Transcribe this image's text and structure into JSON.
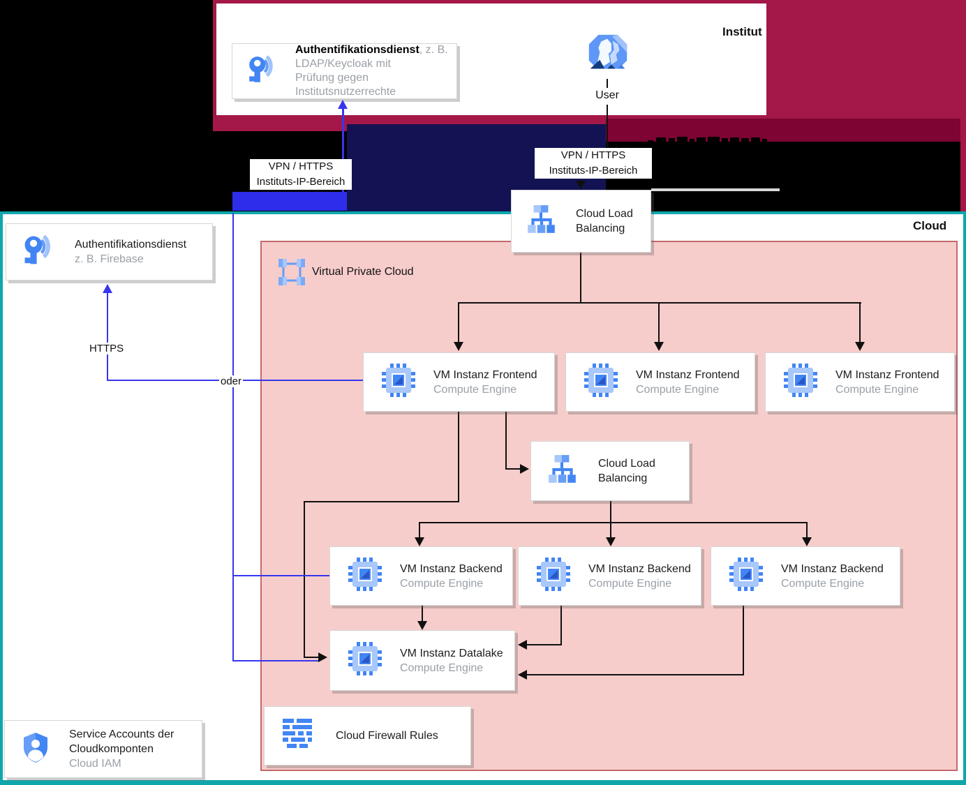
{
  "regions": {
    "institut": "Institut",
    "cloud": "Cloud",
    "vpc": "Virtual Private Cloud"
  },
  "edges": {
    "vpn_left": {
      "l1": "VPN / HTTPS",
      "l2": "Instituts-IP-Bereich"
    },
    "vpn_right": {
      "l1": "VPN / HTTPS",
      "l2": "Instituts-IP-Bereich"
    },
    "https": "HTTPS",
    "oder": "oder"
  },
  "nodes": {
    "institut_auth": {
      "title": "Authentifikationsdienst",
      "suffix": ", z. B.",
      "lines": [
        "LDAP/Keycloak mit",
        "Prüfung gegen",
        "Institutsnutzerrechte"
      ]
    },
    "user": {
      "label": "User"
    },
    "clb_top": {
      "title": "Cloud Load Balancing"
    },
    "clb_mid": {
      "title": "Cloud Load Balancing"
    },
    "frontends": [
      {
        "title": "VM Instanz Frontend",
        "sub": "Compute Engine"
      },
      {
        "title": "VM Instanz Frontend",
        "sub": "Compute Engine"
      },
      {
        "title": "VM Instanz Frontend",
        "sub": "Compute Engine"
      }
    ],
    "backends": [
      {
        "title": "VM Instanz Backend",
        "sub": "Compute Engine"
      },
      {
        "title": "VM Instanz Backend",
        "sub": "Compute Engine"
      },
      {
        "title": "VM Instanz Backend",
        "sub": "Compute Engine"
      }
    ],
    "datalake": {
      "title": "VM Instanz Datalake",
      "sub": "Compute Engine"
    },
    "firewall": {
      "title": "Cloud Firewall Rules"
    },
    "cloud_auth": {
      "title": "Authentifikationsdienst",
      "sub": "z. B. Firebase"
    },
    "iam": {
      "title": "Service Accounts der Cloudkomponten",
      "sub": "Cloud IAM"
    }
  },
  "colors": {
    "crimson": "#a31848",
    "dark_red": "#7d0433",
    "navy": "#131353",
    "bright_blue": "#2e2eea",
    "blue_line": "#3636ef",
    "teal_border": "#0fa7ac",
    "vpc_fill": "#f7cdcb",
    "vpc_border": "#c3696b",
    "icon_blue": "#4285f4"
  }
}
